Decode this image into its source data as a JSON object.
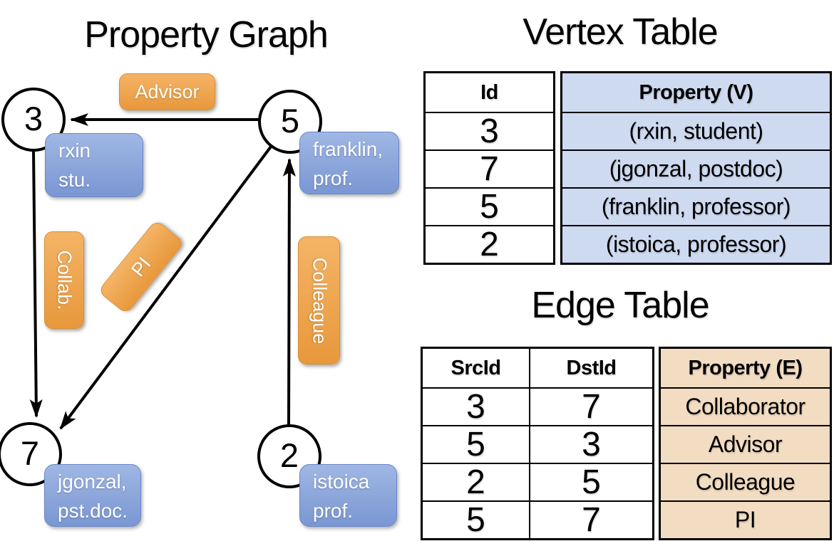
{
  "graph": {
    "title": "Property Graph",
    "nodes": {
      "n3": {
        "id": "3",
        "line1": "rxin",
        "line2": "stu."
      },
      "n5": {
        "id": "5",
        "line1": "franklin,",
        "line2": "prof."
      },
      "n7": {
        "id": "7",
        "line1": "jgonzal,",
        "line2": "pst.doc."
      },
      "n2": {
        "id": "2",
        "line1": "istoica",
        "line2": "prof."
      }
    },
    "edge_labels": {
      "advisor": "Advisor",
      "collab": "Collab.",
      "pi": "PI",
      "colleague": "Colleague"
    }
  },
  "vertex_table": {
    "title": "Vertex Table",
    "col_id": "Id",
    "col_property": "Property (V)",
    "rows": [
      {
        "id": "3",
        "property": "(rxin, student)"
      },
      {
        "id": "7",
        "property": "(jgonzal, postdoc)"
      },
      {
        "id": "5",
        "property": "(franklin, professor)"
      },
      {
        "id": "2",
        "property": "(istoica, professor)"
      }
    ]
  },
  "edge_table": {
    "title": "Edge Table",
    "col_src": "SrcId",
    "col_dst": "DstId",
    "col_property": "Property (E)",
    "rows": [
      {
        "src": "3",
        "dst": "7",
        "property": "Collaborator"
      },
      {
        "src": "5",
        "dst": "3",
        "property": "Advisor"
      },
      {
        "src": "2",
        "dst": "5",
        "property": "Colleague"
      },
      {
        "src": "5",
        "dst": "7",
        "property": "PI"
      }
    ]
  },
  "colors": {
    "orange_light": "#F4B466",
    "orange_dark": "#E8983C",
    "orange_border": "#D98F33",
    "blue_light": "#A0B7E4",
    "blue_dark": "#7A97D3",
    "blue_border": "#6986C6",
    "vertex_property_bg": "#CEDAF0",
    "edge_property_bg": "#F2DCC2"
  }
}
